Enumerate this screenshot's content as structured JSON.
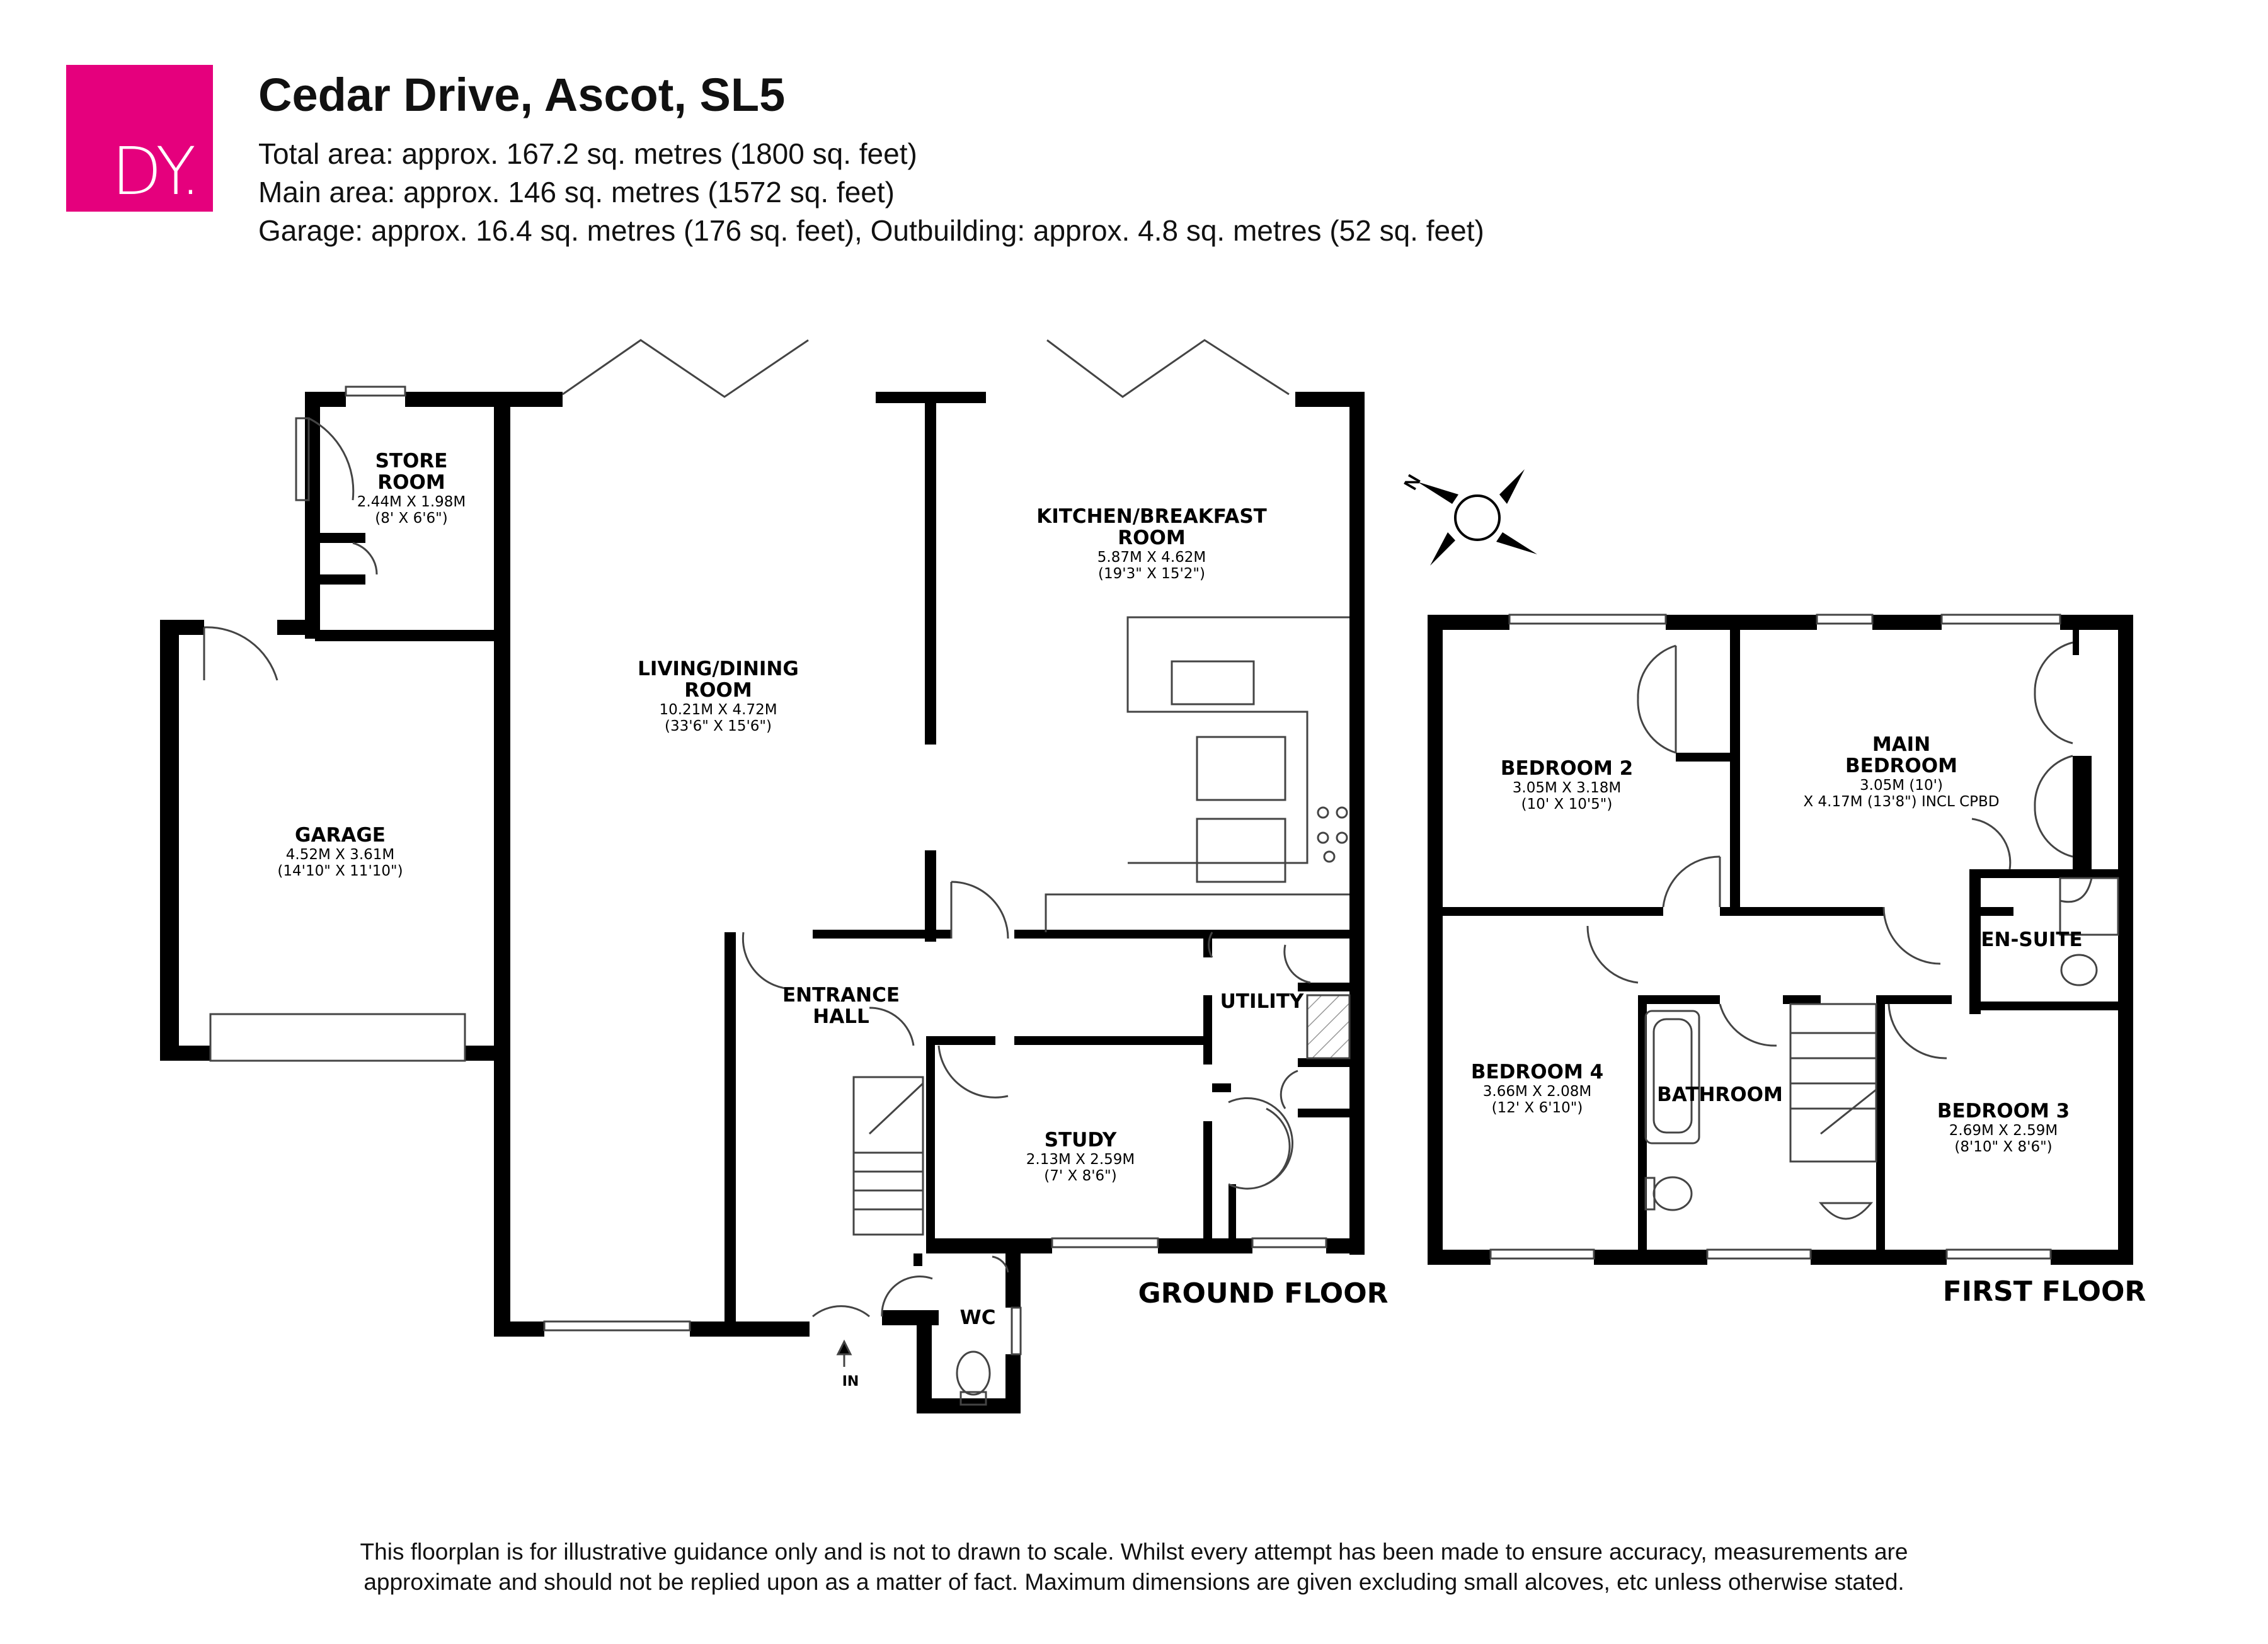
{
  "logo": {
    "text": "DY.",
    "color": "#e5007d"
  },
  "header": {
    "title": "Cedar Drive, Ascot, SL5",
    "total_area": "Total area: approx. 167.2 sq. metres (1800 sq. feet)",
    "main_area": "Main area: approx. 146 sq. metres (1572 sq. feet)",
    "other_areas": "Garage: approx. 16.4 sq. metres (176 sq. feet), Outbuilding: approx. 4.8 sq. metres (52 sq. feet)"
  },
  "ground_floor": {
    "label": "GROUND FLOOR",
    "entrance_marker": "IN",
    "rooms": {
      "store": {
        "name1": "STORE",
        "name2": "ROOM",
        "dim1": "2.44M X 1.98M",
        "dim2": "(8' X 6'6\")"
      },
      "garage": {
        "name1": "GARAGE",
        "dim1": "4.52M X 3.61M",
        "dim2": "(14'10\" X 11'10\")"
      },
      "living": {
        "name1": "LIVING/DINING",
        "name2": "ROOM",
        "dim1": "10.21M X 4.72M",
        "dim2": "(33'6\" X 15'6\")"
      },
      "kitchen": {
        "name1": "KITCHEN/BREAKFAST",
        "name2": "ROOM",
        "dim1": "5.87M X 4.62M",
        "dim2": "(19'3\" X 15'2\")"
      },
      "hall": {
        "name1": "ENTRANCE",
        "name2": "HALL"
      },
      "utility": {
        "name1": "UTILITY"
      },
      "study": {
        "name1": "STUDY",
        "dim1": "2.13M X 2.59M",
        "dim2": "(7' X 8'6\")"
      },
      "wc": {
        "name1": "WC"
      }
    }
  },
  "first_floor": {
    "label": "FIRST FLOOR",
    "rooms": {
      "bed2": {
        "name1": "BEDROOM 2",
        "dim1": "3.05M X 3.18M",
        "dim2": "(10' X 10'5\")"
      },
      "main": {
        "name1": "MAIN",
        "name2": "BEDROOM",
        "dim1": "3.05M (10')",
        "dim2": "X 4.17M (13'8\") INCL CPBD"
      },
      "ensuite": {
        "name1": "EN-SUITE"
      },
      "bed4": {
        "name1": "BEDROOM 4",
        "dim1": "3.66M X 2.08M",
        "dim2": "(12' X 6'10\")"
      },
      "bathroom": {
        "name1": "BATHROOM"
      },
      "bed3": {
        "name1": "BEDROOM 3",
        "dim1": "2.69M X 2.59M",
        "dim2": "(8'10\" X 8'6\")"
      }
    }
  },
  "compass": {
    "north_label": "N"
  },
  "disclaimer": {
    "line1": "This floorplan is for illustrative guidance only and is not to drawn to scale. Whilst every attempt has been made to ensure accuracy, measurements are",
    "line2": "approximate and should not be replied upon as a matter of fact. Maximum dimensions are given excluding small alcoves, etc unless otherwise stated."
  }
}
